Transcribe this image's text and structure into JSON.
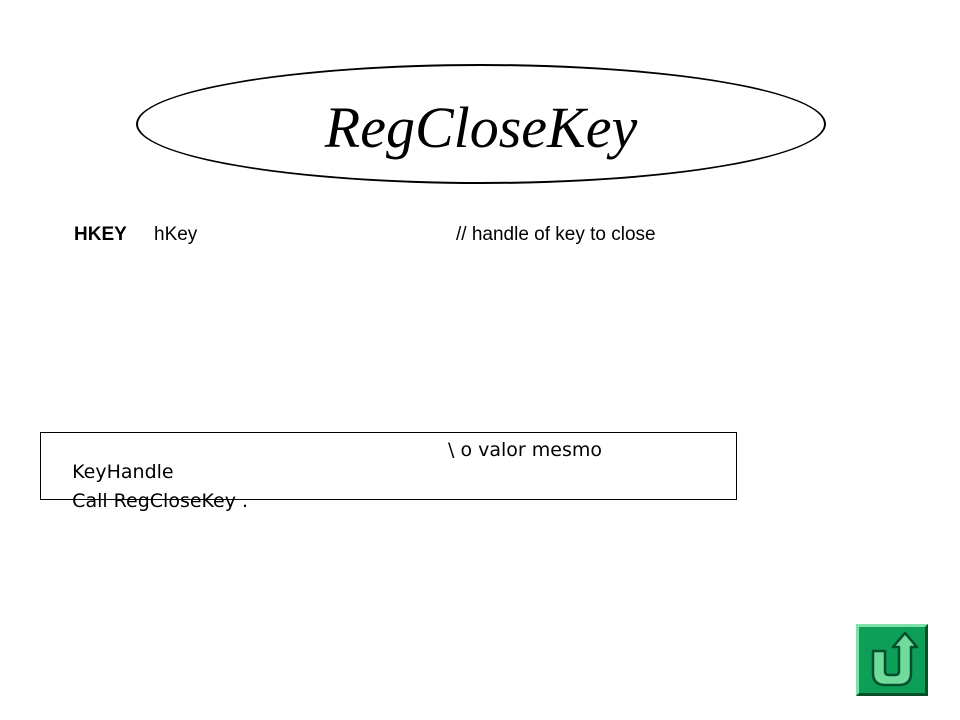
{
  "slide": {
    "title": "RegCloseKey",
    "signature": {
      "type": "HKEY",
      "param": "hKey",
      "comment": "// handle of key to close"
    },
    "code": {
      "line1_text": "KeyHandle",
      "line1_comment": "\\ o valor mesmo",
      "line2_text": "Call RegCloseKey ."
    }
  },
  "colors": {
    "button_fill": "#0d9e58",
    "icon_fill": "#6fdc9c"
  },
  "icons": {
    "return_button": "u-turn-arrow-icon"
  }
}
